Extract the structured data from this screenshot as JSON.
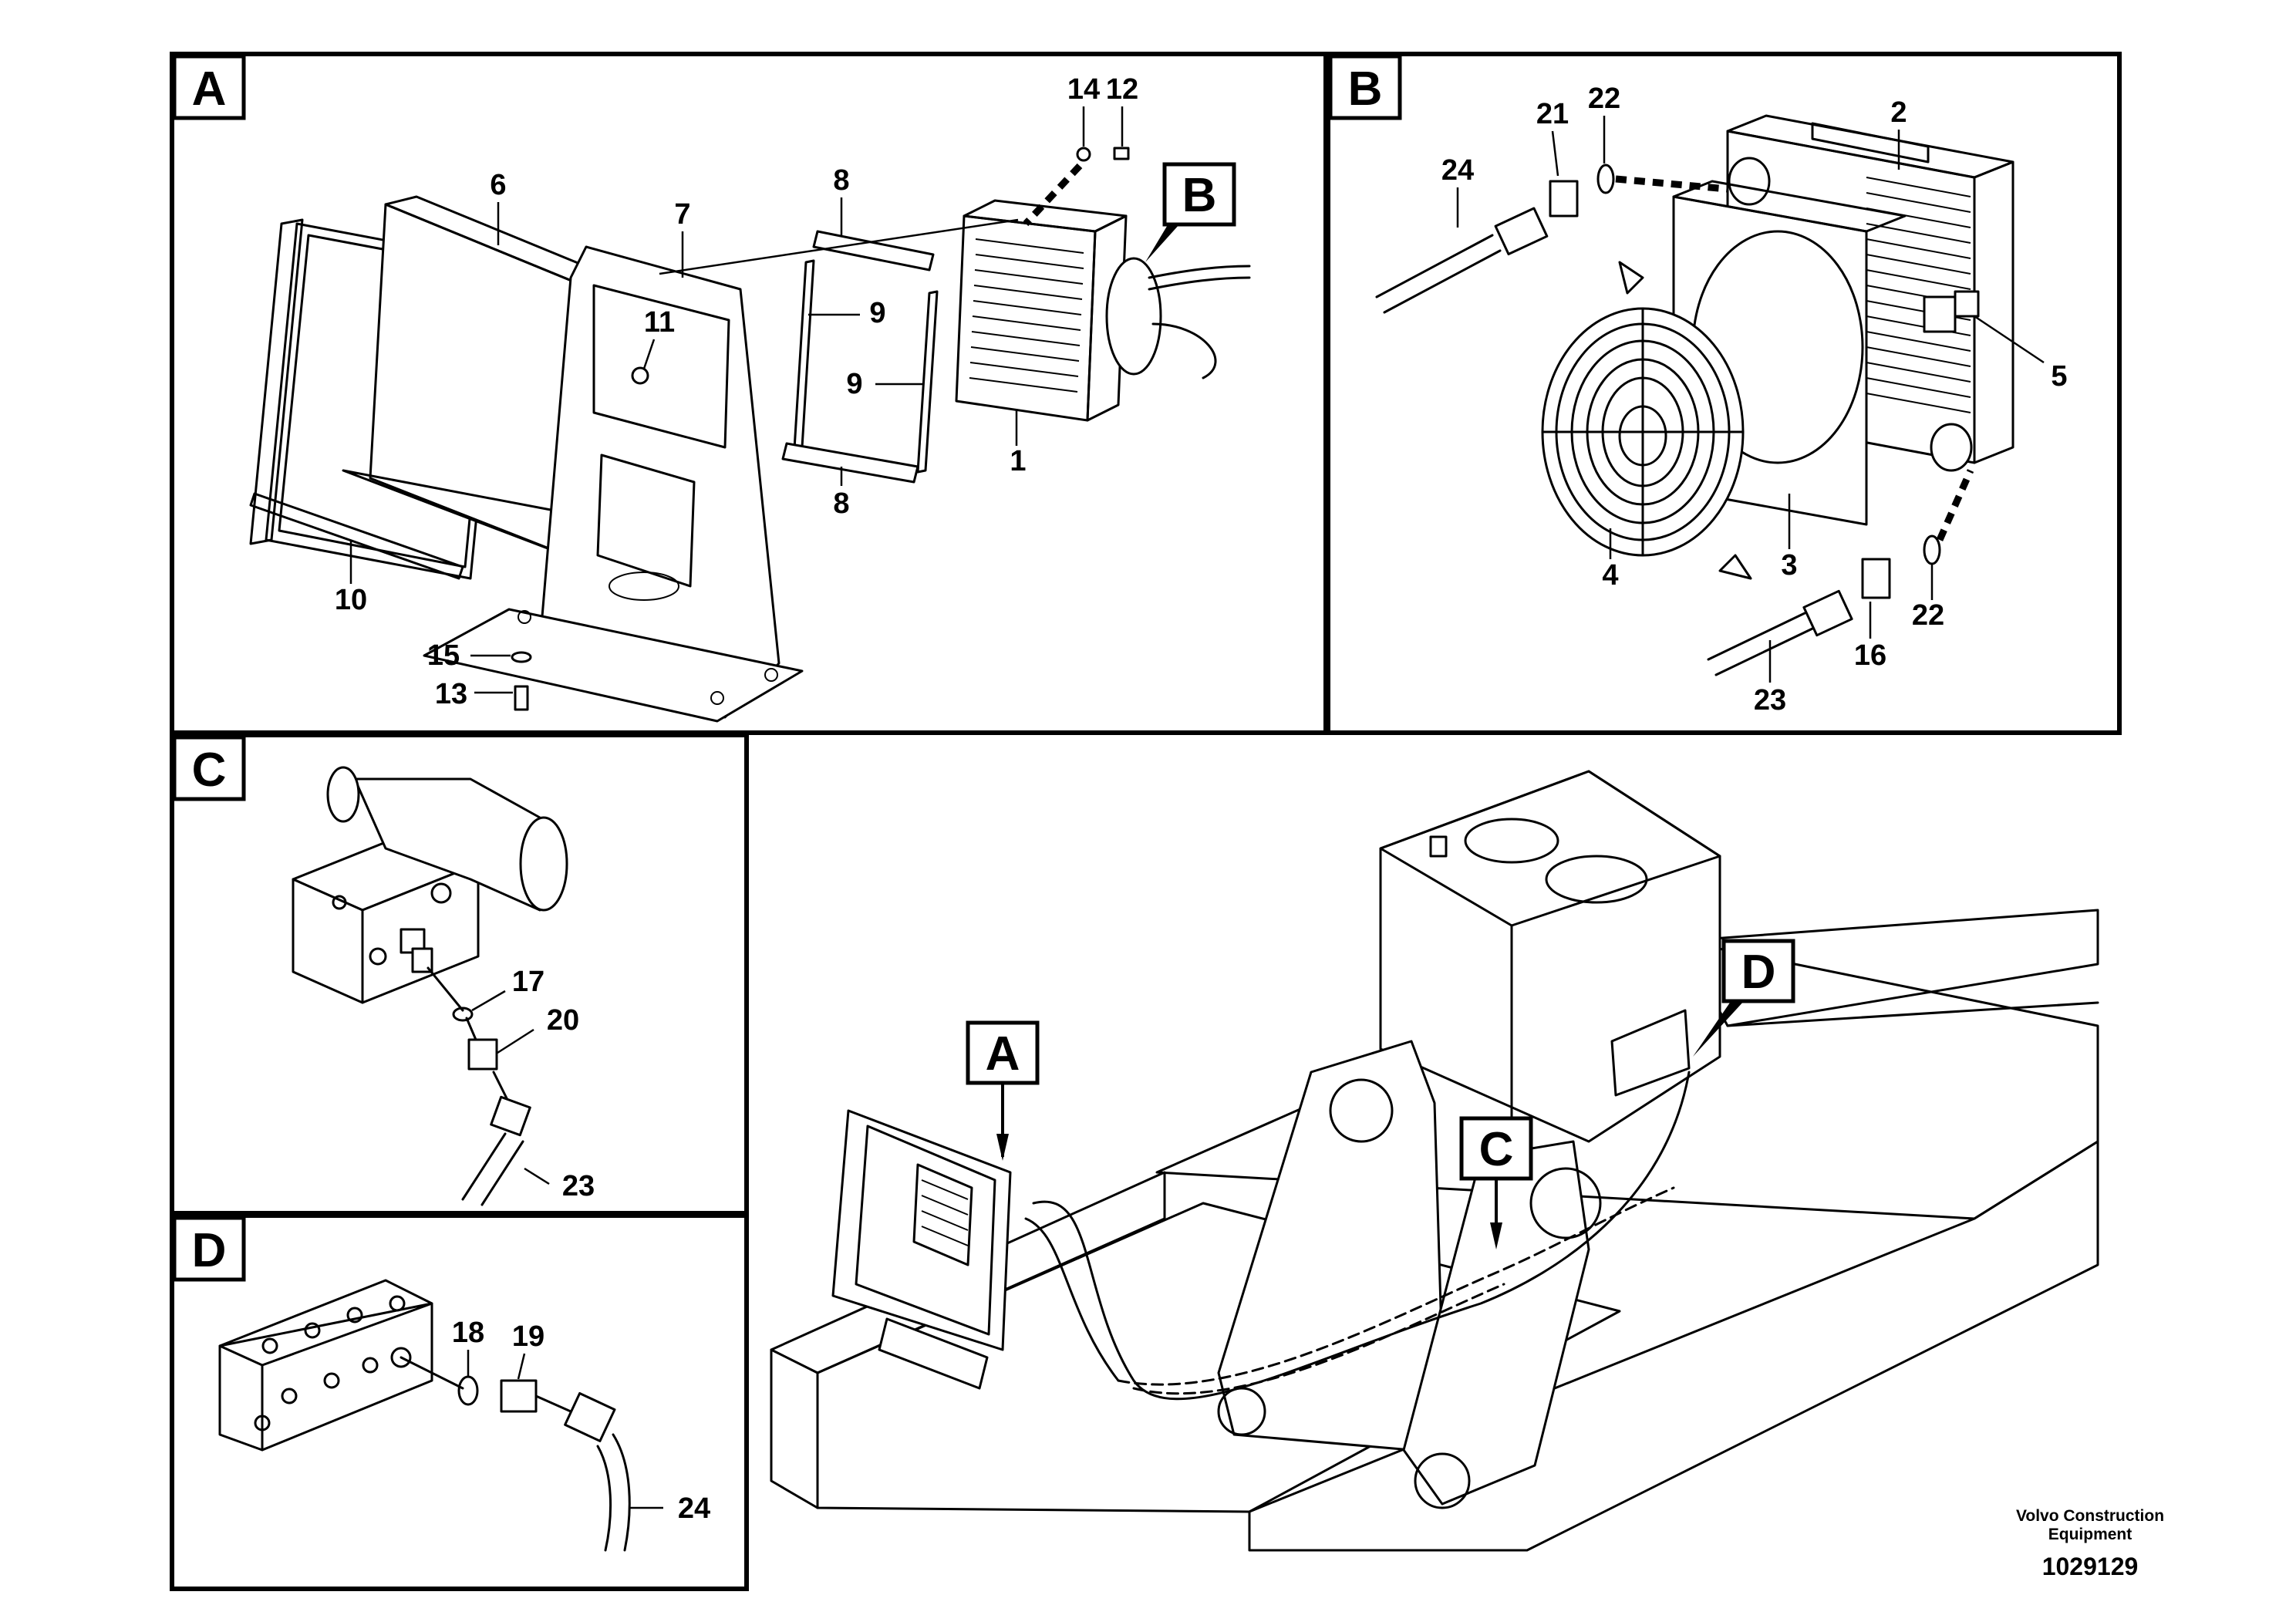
{
  "panels": {
    "a": {
      "letter": "A",
      "callouts": [
        "1",
        "6",
        "7",
        "8",
        "8",
        "9",
        "9",
        "10",
        "11",
        "12",
        "13",
        "14",
        "15"
      ],
      "detail_ref": "B"
    },
    "b": {
      "letter": "B",
      "callouts": [
        "2",
        "3",
        "4",
        "5",
        "16",
        "21",
        "22",
        "22",
        "23",
        "24"
      ]
    },
    "c": {
      "letter": "C",
      "callouts": [
        "17",
        "20",
        "23"
      ]
    },
    "d": {
      "letter": "D",
      "callouts": [
        "18",
        "19",
        "24"
      ]
    },
    "overview": {
      "refs": [
        "A",
        "C",
        "D"
      ]
    }
  },
  "footer": {
    "brand_line1": "Volvo Construction",
    "brand_line2": "Equipment",
    "doc_number": "1029129"
  }
}
